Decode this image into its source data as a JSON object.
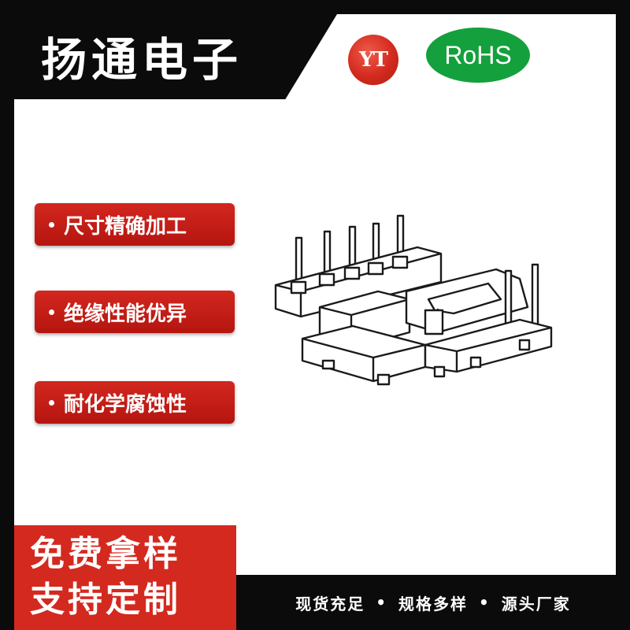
{
  "brand": {
    "name": "扬通电子"
  },
  "logos": {
    "yt": "YT",
    "rohs": "RoHS"
  },
  "features": [
    {
      "label": "尺寸精确加工"
    },
    {
      "label": "绝缘性能优异"
    },
    {
      "label": "耐化学腐蚀性"
    }
  ],
  "product": {
    "image_name": "transformer-bobbin-drawing"
  },
  "cta": {
    "line1": "免费拿样",
    "line2": "支持定制"
  },
  "footer": {
    "items": [
      "现货充足",
      "规格多样",
      "源头厂家"
    ],
    "separator": "•"
  },
  "colors": {
    "accent_red": "#c81f18",
    "rohs_green": "#14a03c",
    "frame_black": "#0b0b0b"
  }
}
